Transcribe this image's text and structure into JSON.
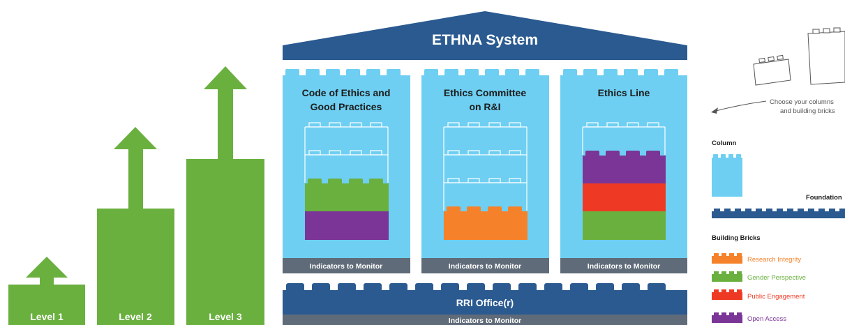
{
  "colors": {
    "green": "#6ab03f",
    "navy": "#2a5a90",
    "lightblue": "#6ecff2",
    "grey": "#5f6b78",
    "orange": "#f5822a",
    "red": "#ee3a24",
    "purple": "#7a3596"
  },
  "levels": {
    "level1": "Level 1",
    "level2": "Level 2",
    "level3": "Level 3"
  },
  "system": {
    "title": "ETHNA System",
    "columns": {
      "code_of_ethics": {
        "title_line1": "Code of Ethics and",
        "title_line2": "Good Practices",
        "indicators": "Indicators to Monitor"
      },
      "committee": {
        "title_line1": "Ethics Committee",
        "title_line2": "on R&I",
        "indicators": "Indicators to Monitor"
      },
      "ethics_line": {
        "title_line1": "Ethics Line",
        "title_line2": "",
        "indicators": "Indicators to Monitor"
      }
    },
    "foundation": {
      "label": "RRI Office(r)",
      "indicators": "Indicators to Monitor"
    }
  },
  "legend": {
    "choose_line1": "Choose your columns",
    "choose_line2": "and building bricks",
    "column_label": "Column",
    "foundation_label": "Foundation",
    "bricks_title": "Building Bricks",
    "bricks": {
      "research_integrity": "Research Integrity",
      "gender_perspective": "Gender Perspective",
      "public_engagement": "Public Engagement",
      "open_access": "Open Access"
    }
  }
}
